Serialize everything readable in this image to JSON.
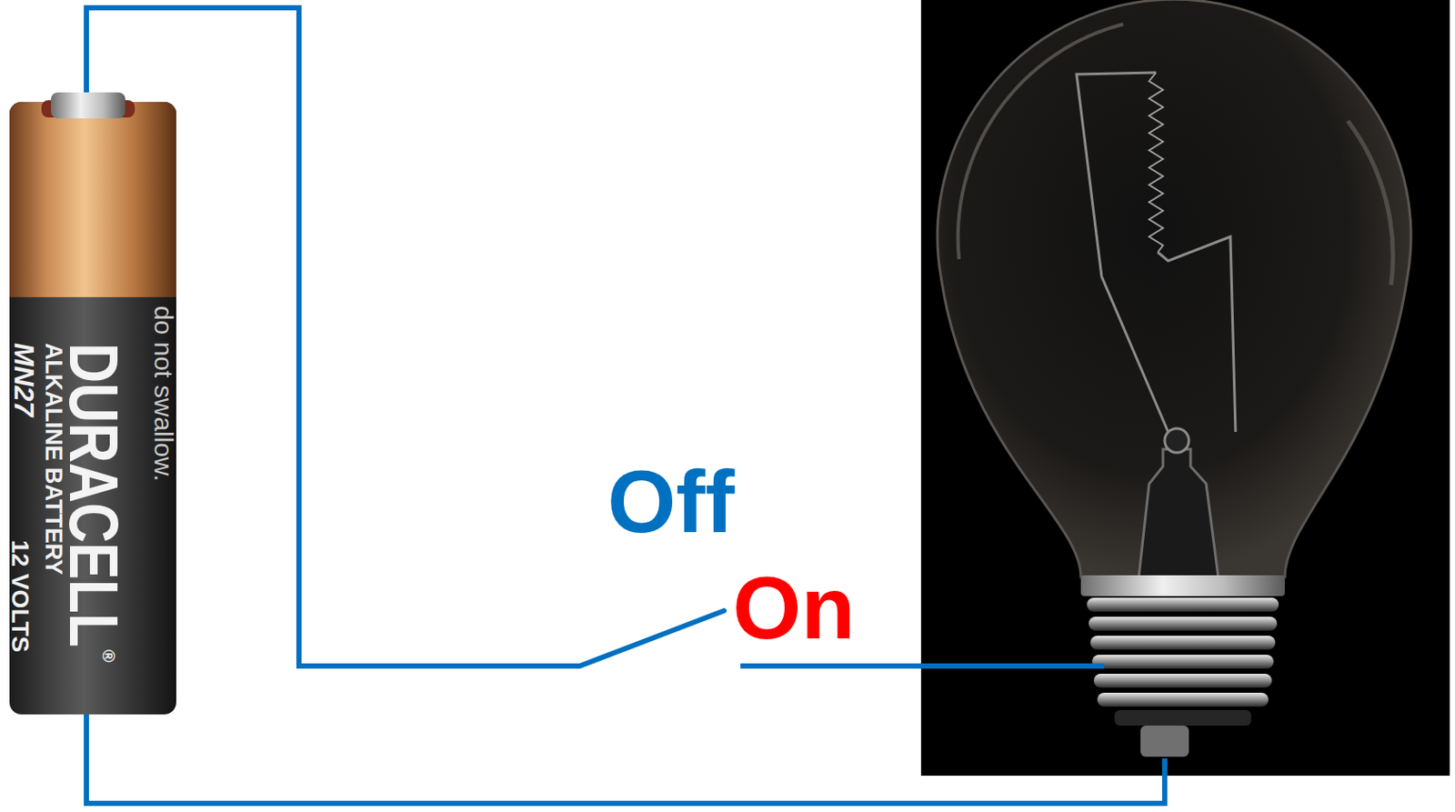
{
  "diagram": {
    "nodes": [
      {
        "text": [
          "DURACELL",
          "®",
          "ALKALINE BATTERY",
          "MN27",
          "12 VOLTS",
          "do not swallow."
        ]
      }
    ],
    "labels": [
      "Off",
      "On"
    ]
  }
}
